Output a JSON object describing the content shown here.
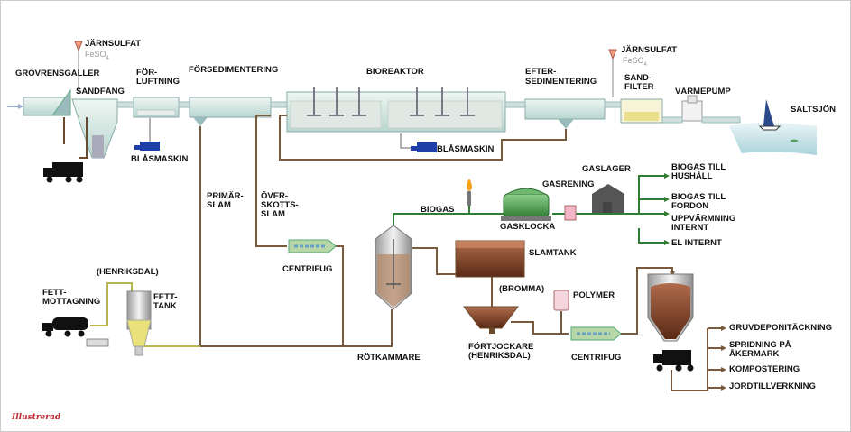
{
  "labels": {
    "jarnsulfat_1": "JÄRNSULFAT",
    "feso4_1": "FeSO",
    "grovrensgaller": "GROVRENSGALLER",
    "sandfang": "SANDFÅNG",
    "forluftning_1": "FÖR-",
    "forluftning_2": "LUFTNING",
    "forsedimentering": "FÖRSEDIMENTERING",
    "bioreaktor": "BIOREAKTOR",
    "eftersedimentering_1": "EFTER-",
    "eftersedimentering_2": "SEDIMENTERING",
    "jarnsulfat_2": "JÄRNSULFAT",
    "feso4_2": "FeSO",
    "sandfilter_1": "SAND-",
    "sandfilter_2": "FILTER",
    "varmepump": "VÄRMEPUMP",
    "saltsjon": "SALTSJÖN",
    "blasmaskin_1": "BLÅSMASKIN",
    "blasmaskin_2": "BLÅSMASKIN",
    "gaslager": "GASLAGER",
    "gasrening": "GASRENING",
    "biogas": "BIOGAS",
    "gasklocka": "GASKLOCKA",
    "biogas_hushall_1": "BIOGAS TILL",
    "biogas_hushall_2": "HUSHÅLL",
    "biogas_fordon_1": "BIOGAS TILL",
    "biogas_fordon_2": "FORDON",
    "uppvarmning_1": "UPPVÄRMNING",
    "uppvarmning_2": "INTERNT",
    "el_internt": "EL INTERNT",
    "primar_1": "PRIMÄR-",
    "primar_2": "SLAM",
    "overskott_1": "ÖVER-",
    "overskott_2": "SKOTTS-",
    "overskott_3": "SLAM",
    "centrifug_1": "CENTRIFUG",
    "slamtank": "SLAMTANK",
    "bromma": "(BROMMA)",
    "polymer": "POLYMER",
    "henriksdal": "(HENRIKSDAL)",
    "fettmottagning_1": "FETT-",
    "fettmottagning_2": "MOTTAGNING",
    "fetttank_1": "FETT-",
    "fetttank_2": "TANK",
    "fortjockare_1": "FÖRTJOCKARE",
    "fortjockare_2": "(HENRIKSDAL)",
    "centrifug_2": "CENTRIFUG",
    "rotkammare": "RÖTKAMMARE",
    "gruvdeponi": "GRUVDEPONITÄCKNING",
    "spridning_1": "SPRIDNING PÅ",
    "spridning_2": "ÅKERMARK",
    "kompostering": "KOMPOSTERING",
    "jordtillverkning": "JORDTILLVERKNING"
  },
  "logo": "Illustrerad",
  "colors": {
    "water": "#cfe7e3",
    "sludge_pipe": "#7a5a3c",
    "gas_pipe": "#2e7d32",
    "sludge": "#7b3f25",
    "machine": "#1f3fa8",
    "fat_pipe": "#b8b450",
    "tank_grey": "#d8d8d8"
  }
}
